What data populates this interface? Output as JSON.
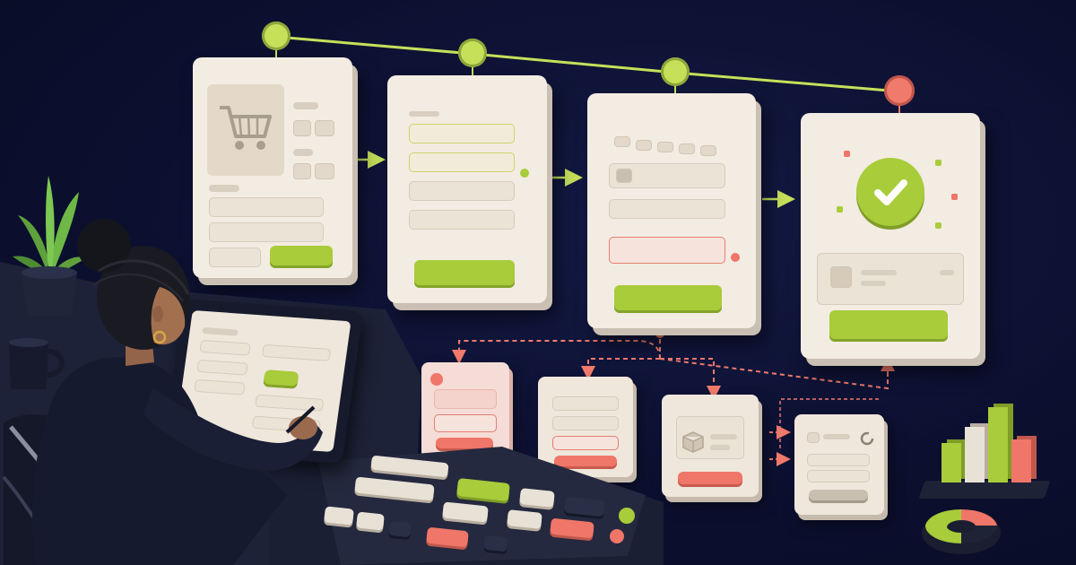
{
  "illustration": {
    "flow_steps": [
      {
        "name": "cart",
        "node_color": "#c6e05a"
      },
      {
        "name": "details",
        "node_color": "#c6e05a"
      },
      {
        "name": "payment",
        "node_color": "#c6e05a"
      },
      {
        "name": "confirmation",
        "node_color": "#f07a6c"
      }
    ],
    "error_states_count": 4,
    "icons": [
      "shopping-cart-icon",
      "checkmark-icon",
      "alert-icon",
      "refresh-icon",
      "package-icon",
      "pen-icon",
      "plant-icon",
      "mug-icon"
    ],
    "colors": {
      "background": "#0c1030",
      "success": "#a8cc3a",
      "error": "#ef7668",
      "card": "#f3ece2",
      "connector": "#c6e05a"
    }
  }
}
